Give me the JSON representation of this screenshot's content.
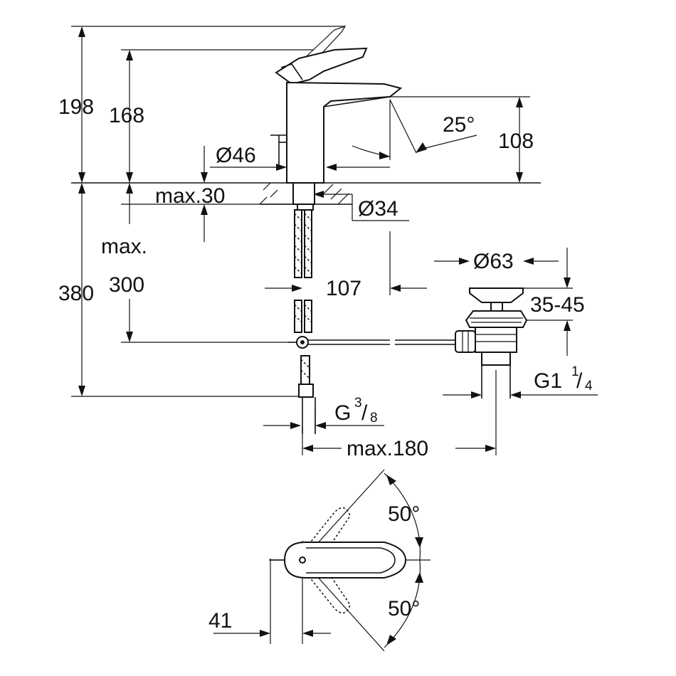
{
  "dimensions": {
    "d198": "198",
    "d168": "168",
    "d46": "Ø46",
    "d25": "25°",
    "d108": "108",
    "dmax30": "max.30",
    "d34": "Ø34",
    "dmax": "max.",
    "d380": "380",
    "d300": "300",
    "d107": "107",
    "d63": "Ø63",
    "d3545": "35-45",
    "dg1": "G1",
    "dg1_num": "1",
    "dg1_den": "4",
    "dg38": "G",
    "dg38_num": "3",
    "dg38_den": "8",
    "dmax180": "max.180",
    "d50a": "50°",
    "d50b": "50°",
    "d41": "41"
  }
}
